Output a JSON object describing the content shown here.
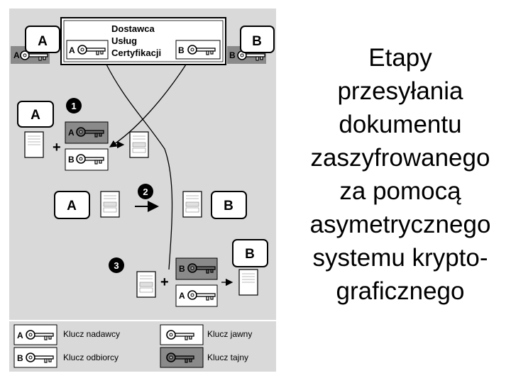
{
  "parties": {
    "a": "A",
    "b": "B"
  },
  "key_letters": {
    "a": "A",
    "b": "B"
  },
  "provider": {
    "line1": "Dostawca",
    "line2": "Usług",
    "line3": "Certyfikacji"
  },
  "steps": [
    "1",
    "2",
    "3"
  ],
  "plus": "+",
  "legend": {
    "sender_key": "Klucz nadawcy",
    "receiver_key": "Klucz odbiorcy",
    "public_key": "Klucz jawny",
    "private_key": "Klucz tajny"
  },
  "caption": [
    "Etapy",
    "przesyłania",
    "dokumentu",
    "zaszyfrowanego",
    "za pomocą",
    "asymetrycznego",
    "systemu krypto-",
    "graficznego"
  ],
  "colors": {
    "panel": "#d9d9d9",
    "dark_key_box": "#8a8a8a",
    "line": "#000000"
  }
}
